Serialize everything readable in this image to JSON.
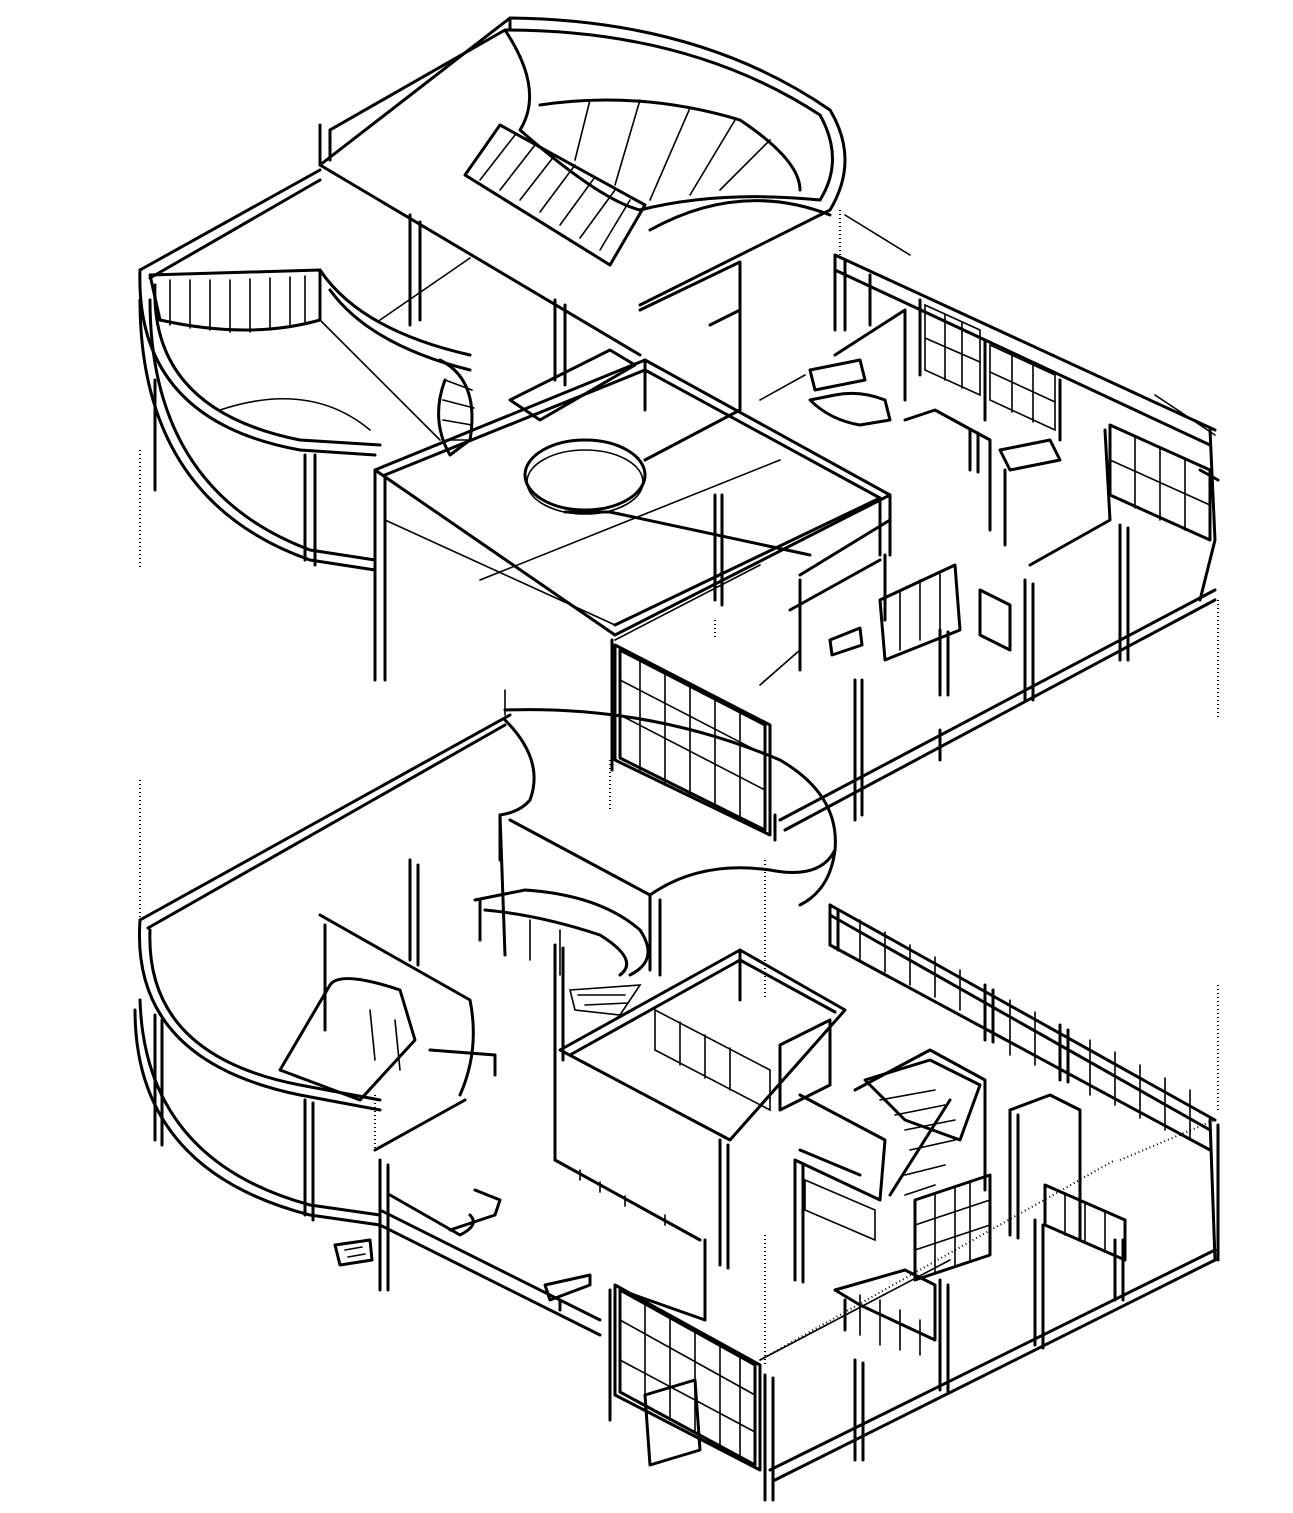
{
  "drawing": {
    "type": "isometric-architectural-line-drawing",
    "levels": [
      {
        "id": "upper-floor",
        "features": [
          "spiral-stair",
          "curved-balcony",
          "roof-light-oculus",
          "window-bands",
          "kitchen-block"
        ]
      },
      {
        "id": "lower-floor",
        "features": [
          "curved-entrance-wall",
          "stair",
          "storage-units",
          "window-bands",
          "service-room"
        ]
      }
    ],
    "line_color": "#000000",
    "background_color": "#ffffff"
  }
}
